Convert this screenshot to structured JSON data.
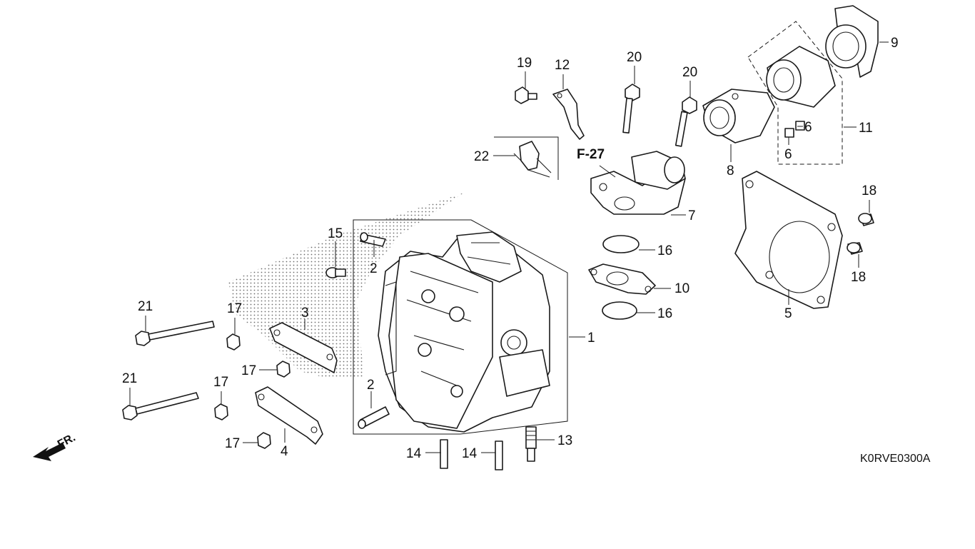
{
  "figure_code": "K0RVE0300A",
  "direction_label": "FR.",
  "ref_label": "F-27",
  "callouts": {
    "c1": "1",
    "c2a": "2",
    "c2b": "2",
    "c3": "3",
    "c4": "4",
    "c5": "5",
    "c6a": "6",
    "c6b": "6",
    "c7": "7",
    "c8": "8",
    "c9": "9",
    "c10": "10",
    "c11": "11",
    "c12": "12",
    "c13": "13",
    "c14a": "14",
    "c14b": "14",
    "c15": "15",
    "c16a": "16",
    "c16b": "16",
    "c17a": "17",
    "c17b": "17",
    "c17c": "17",
    "c17d": "17",
    "c18a": "18",
    "c18b": "18",
    "c19": "19",
    "c20a": "20",
    "c20b": "20",
    "c21a": "21",
    "c21b": "21",
    "c22": "22"
  }
}
